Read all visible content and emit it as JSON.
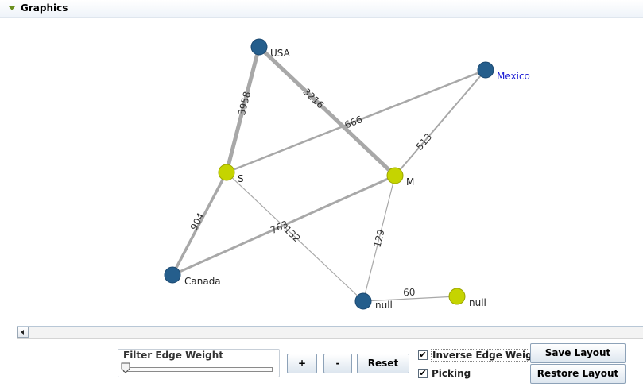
{
  "panel": {
    "title": "Graphics"
  },
  "graph": {
    "colors": {
      "blue_node": "#255e8c",
      "yellow_node": "#c5d400",
      "edge": "#a8a8a8",
      "highlight_label": "#1a1ad4"
    },
    "nodes": [
      {
        "id": "usa",
        "label": "USA",
        "color": "blue",
        "label_color": "black"
      },
      {
        "id": "mexico",
        "label": "Mexico",
        "color": "blue",
        "label_color": "highlight"
      },
      {
        "id": "s",
        "label": "S",
        "color": "yellow",
        "label_color": "black"
      },
      {
        "id": "m",
        "label": "M",
        "color": "yellow",
        "label_color": "black"
      },
      {
        "id": "canada",
        "label": "Canada",
        "color": "blue",
        "label_color": "black"
      },
      {
        "id": "null1",
        "label": "null",
        "color": "blue",
        "label_color": "black"
      },
      {
        "id": "null2",
        "label": "null",
        "color": "yellow",
        "label_color": "black"
      }
    ],
    "edges": [
      {
        "from": "usa",
        "to": "s",
        "weight": "3958"
      },
      {
        "from": "usa",
        "to": "m",
        "weight": "3216"
      },
      {
        "from": "s",
        "to": "mexico",
        "weight": "666"
      },
      {
        "from": "mexico",
        "to": "m",
        "weight": "513"
      },
      {
        "from": "s",
        "to": "canada",
        "weight": "904"
      },
      {
        "from": "canada",
        "to": "m",
        "weight": "763"
      },
      {
        "from": "s",
        "to": "null1",
        "weight": "132"
      },
      {
        "from": "m",
        "to": "null1",
        "weight": "129"
      },
      {
        "from": "null1",
        "to": "null2",
        "weight": "60"
      }
    ]
  },
  "controls": {
    "filter_label": "Filter Edge Weight",
    "filter_value": 0,
    "plus_label": "+",
    "minus_label": "-",
    "reset_label": "Reset",
    "inverse_label": "Inverse Edge Weight",
    "inverse_checked": true,
    "picking_label": "Picking",
    "picking_checked": true,
    "save_label": "Save Layout",
    "restore_label": "Restore Layout"
  }
}
